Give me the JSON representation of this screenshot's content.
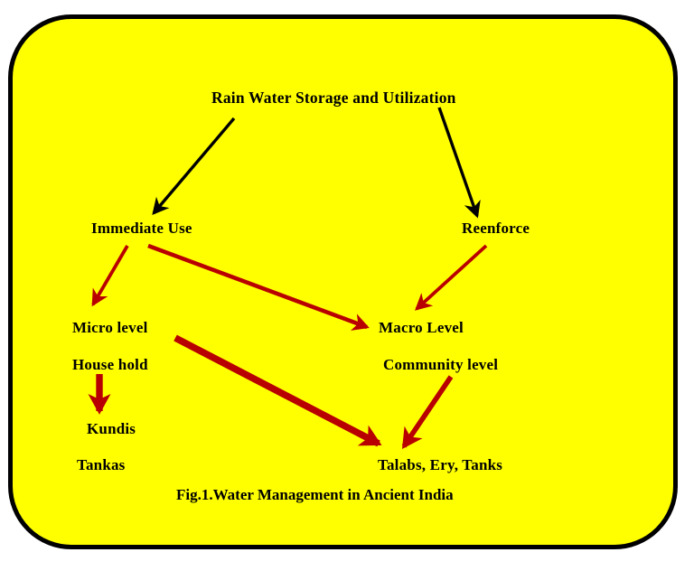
{
  "figure": {
    "caption": "Fig.1.Water Management in Ancient India",
    "background_color": "#ffff00",
    "border_color": "#000000",
    "text_color": "#000000",
    "primary_arrow_color": "#000000",
    "secondary_arrow_color": "#b80000"
  },
  "nodes": {
    "root": "Rain Water Storage and Utilization",
    "immediate_use": "Immediate Use",
    "reenforce": "Reenforce",
    "micro_level": "Micro level",
    "house_hold": "House hold",
    "macro_level": "Macro Level",
    "community_level": "Community level",
    "kundis": "Kundis",
    "tankas": "Tankas",
    "talabs": "Talabs, Ery, Tanks"
  },
  "edges": [
    {
      "id": "root-to-immediate",
      "from": "Rain Water Storage and Utilization",
      "to": "Immediate Use",
      "color": "#000000",
      "style": "thin"
    },
    {
      "id": "root-to-reenforce",
      "from": "Rain Water Storage and Utilization",
      "to": "Reenforce",
      "color": "#000000",
      "style": "thin"
    },
    {
      "id": "immediate-to-micro",
      "from": "Immediate Use",
      "to": "Micro level",
      "color": "#b80000",
      "style": "thin"
    },
    {
      "id": "immediate-to-macro",
      "from": "Immediate Use",
      "to": "Macro Level",
      "color": "#b80000",
      "style": "medium"
    },
    {
      "id": "reenforce-to-macro",
      "from": "Reenforce",
      "to": "Macro Level",
      "color": "#b80000",
      "style": "thin"
    },
    {
      "id": "household-to-kundis",
      "from": "House hold",
      "to": "Kundis",
      "color": "#b80000",
      "style": "thick"
    },
    {
      "id": "micro-to-talabs",
      "from": "Micro level",
      "to": "Talabs, Ery, Tanks",
      "color": "#b80000",
      "style": "thick"
    },
    {
      "id": "community-to-talabs",
      "from": "Community level",
      "to": "Talabs, Ery, Tanks",
      "color": "#b80000",
      "style": "medium"
    }
  ]
}
